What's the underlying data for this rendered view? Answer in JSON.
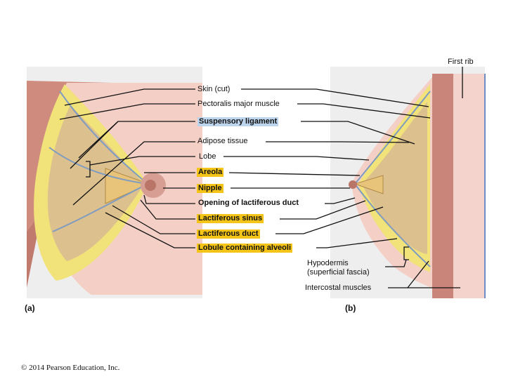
{
  "labels": {
    "first_rib": "First rib",
    "skin": "Skin (cut)",
    "pectoralis": "Pectoralis major muscle",
    "suspensory": "Suspensory ligament",
    "adipose": "Adipose tissue",
    "lobe": "Lobe",
    "areola": "Areola",
    "nipple": "Nipple",
    "opening": "Opening of lactiferous duct",
    "sinus": "Lactiferous sinus",
    "duct": "Lactiferous duct",
    "lobule": "Lobule containing alveoli",
    "hypodermis_1": "Hypodermis",
    "hypodermis_2": "(superficial fascia)",
    "intercostal": "Intercostal muscles"
  },
  "panels": {
    "a": "(a)",
    "b": "(b)"
  },
  "copyright": "© 2014 Pearson Education, Inc.",
  "colors": {
    "highlight_yellow": "#f5c419",
    "highlight_blue": "#bcd4ec",
    "muscle": "#c9857a",
    "fat": "#f2e27a",
    "lobule": "#d9b98a",
    "skin": "#f0c8c0",
    "background_panel": "#eeeeee"
  }
}
